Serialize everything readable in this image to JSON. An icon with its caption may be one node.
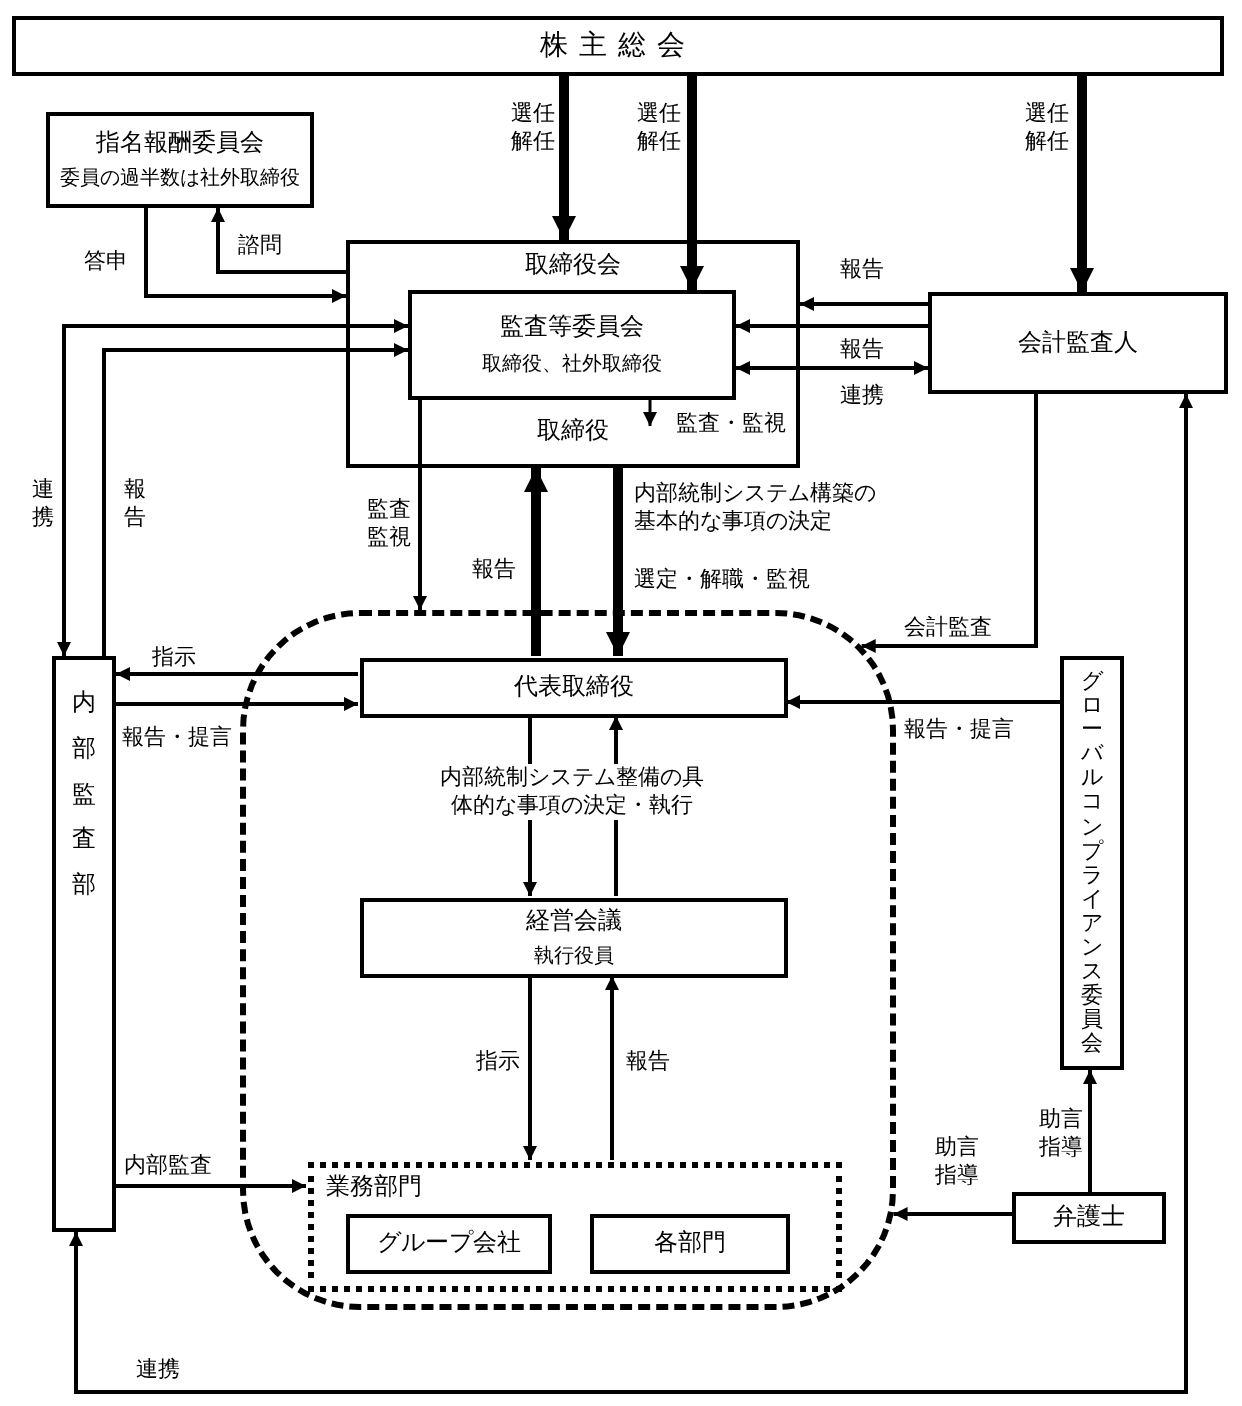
{
  "diagram": {
    "nodes": [
      {
        "text": [
          "株主総会"
        ]
      },
      {
        "text": [
          "指名報酬委員会",
          "委員の過半数は社外取締役"
        ]
      },
      {
        "text": [
          "取締役会",
          "取締役"
        ]
      },
      {
        "text": [
          "監査等委員会",
          "取締役、社外取締役"
        ],
        "in": 2
      },
      {
        "text": [
          "会計監査人"
        ]
      },
      {
        "text": [],
        "shape": "box"
      },
      {
        "text": [
          "内部監査部"
        ]
      },
      {
        "text": [
          "代表取締役"
        ],
        "in": 5
      },
      {
        "text": [
          "グローバルコンプライアンス委員会"
        ]
      },
      {
        "text": [
          "経営会議",
          "執行役員"
        ],
        "in": 5
      },
      {
        "text": [
          "業務部門"
        ],
        "in": 5
      },
      {
        "text": [
          "グループ会社"
        ],
        "in": 10
      },
      {
        "text": [
          "各部門"
        ],
        "in": 10
      },
      {
        "text": [
          "弁護士"
        ]
      }
    ],
    "edges": [
      {
        "from": 0,
        "to": 2,
        "arrow": "to",
        "label": "選任解任",
        "style": "thick"
      },
      {
        "from": 0,
        "to": 3,
        "arrow": "to",
        "label": "選任解任",
        "style": "thick"
      },
      {
        "from": 0,
        "to": 4,
        "arrow": "to",
        "label": "選任解任",
        "style": "thick"
      },
      {
        "from": 1,
        "to": 2,
        "arrow": "to",
        "label": "答申"
      },
      {
        "from": 2,
        "to": 1,
        "arrow": "to",
        "label": "諮問"
      },
      {
        "from": 3,
        "to": 6,
        "arrow": "both",
        "label": "連携"
      },
      {
        "from": 6,
        "to": 3,
        "arrow": "to",
        "label": "報告"
      },
      {
        "from": 4,
        "to": 2,
        "arrow": "to",
        "label": "報告"
      },
      {
        "from": 4,
        "to": 3,
        "arrow": "to",
        "label": "報告"
      },
      {
        "from": 3,
        "to": 4,
        "arrow": "both",
        "label": "連携"
      },
      {
        "from": 3,
        "to": 5,
        "arrow": "to",
        "label": "監査監視"
      },
      {
        "from": 7,
        "to": 2,
        "arrow": "to",
        "label": "報告",
        "style": "thick"
      },
      {
        "from": 2,
        "to": 7,
        "arrow": "to",
        "label": "内部統制システム構築の基本的な事項の決定",
        "style": "thick"
      },
      {
        "from": 4,
        "to": 5,
        "arrow": "to",
        "label": "会計監査"
      },
      {
        "from": 7,
        "to": 6,
        "arrow": "to",
        "label": "指示"
      },
      {
        "from": 6,
        "to": 7,
        "arrow": "to",
        "label": "報告・提言"
      },
      {
        "from": 8,
        "to": 7,
        "arrow": "to",
        "label": "報告・提言"
      },
      {
        "from": 7,
        "to": 9,
        "arrow": "to",
        "label": "内部統制システム整備の具体的な事項の決定・執行"
      },
      {
        "from": 9,
        "to": 7,
        "arrow": "to"
      },
      {
        "from": 9,
        "to": 10,
        "arrow": "to",
        "label": "指示"
      },
      {
        "from": 10,
        "to": 9,
        "arrow": "to",
        "label": "報告"
      },
      {
        "from": 6,
        "to": 10,
        "arrow": "to",
        "label": "内部監査"
      },
      {
        "from": 13,
        "to": 5,
        "arrow": "to",
        "label": "助言指導"
      },
      {
        "from": 13,
        "to": 8,
        "arrow": "to",
        "label": "助言指導"
      },
      {
        "from": 6,
        "to": 4,
        "arrow": "both",
        "label": "連携"
      }
    ],
    "labels": [
      "監査・監視",
      "選定・解職・監視"
    ]
  }
}
